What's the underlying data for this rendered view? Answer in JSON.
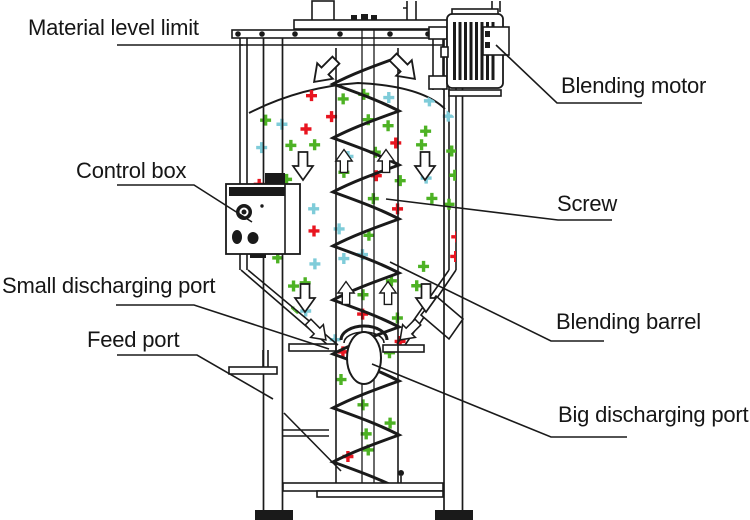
{
  "diagram": {
    "subject": "vertical-blending-machine",
    "labels": {
      "material_level_limit": "Material level limit",
      "control_box": "Control box",
      "small_discharging_port": "Small discharging port",
      "feed_port": "Feed port",
      "blending_motor": "Blending motor",
      "screw": "Screw",
      "blending_barrel": "Blending barrel",
      "big_discharging_port": "Big discharging port"
    },
    "colors": {
      "line": "#1a1a1a",
      "background": "#ffffff",
      "pellet_green": "#4db224",
      "pellet_red": "#e8141f",
      "pellet_cyan": "#7fccd9"
    }
  }
}
